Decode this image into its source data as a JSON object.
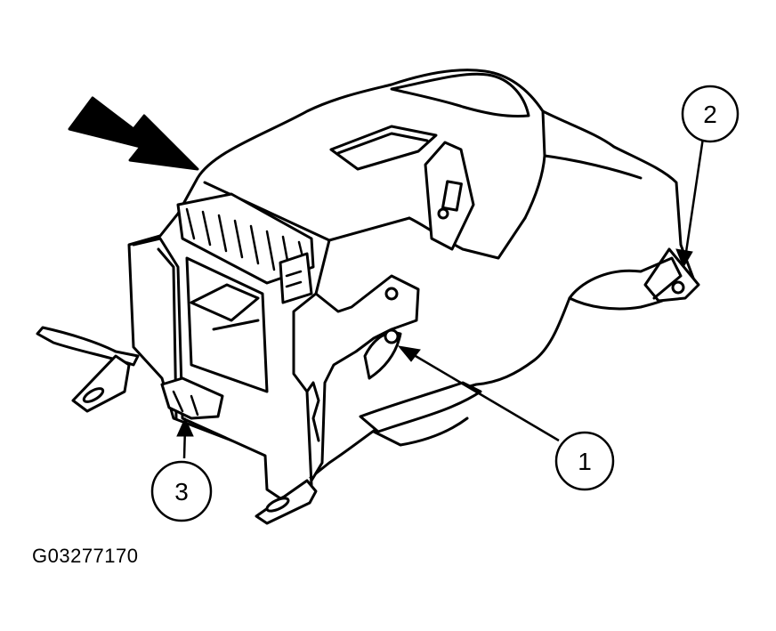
{
  "figure": {
    "id_label": "G03277170"
  },
  "callouts": [
    {
      "number": "1"
    },
    {
      "number": "2"
    },
    {
      "number": "3"
    }
  ],
  "colors": {
    "line": "#000000",
    "background": "#ffffff"
  },
  "icons": [
    "view-direction-arrow-icon",
    "callout-arrow-icon"
  ]
}
